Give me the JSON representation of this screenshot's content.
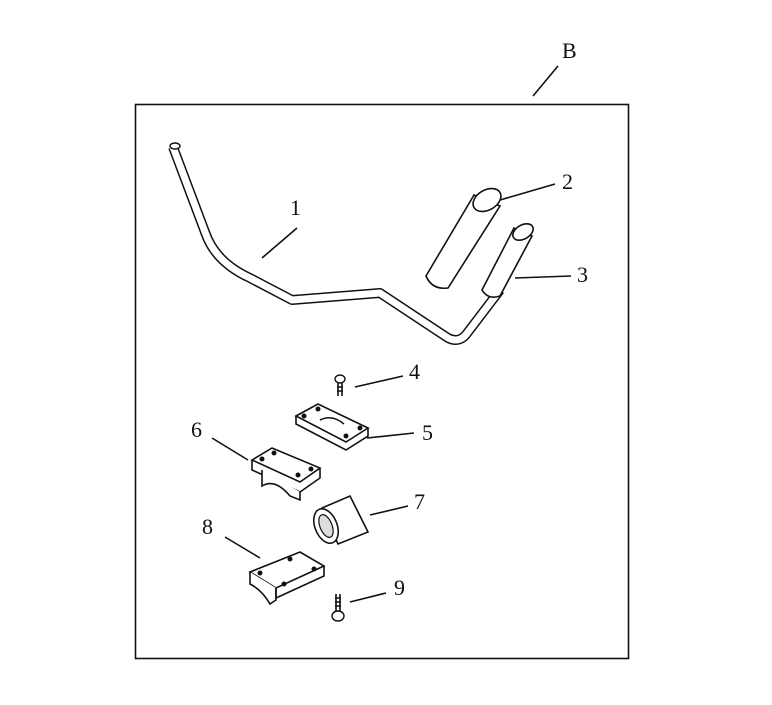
{
  "diagram": {
    "assembly_label": "B",
    "parts": [
      {
        "number": "1"
      },
      {
        "number": "2"
      },
      {
        "number": "3"
      },
      {
        "number": "4"
      },
      {
        "number": "5"
      },
      {
        "number": "6"
      },
      {
        "number": "7"
      },
      {
        "number": "8"
      },
      {
        "number": "9"
      }
    ]
  }
}
